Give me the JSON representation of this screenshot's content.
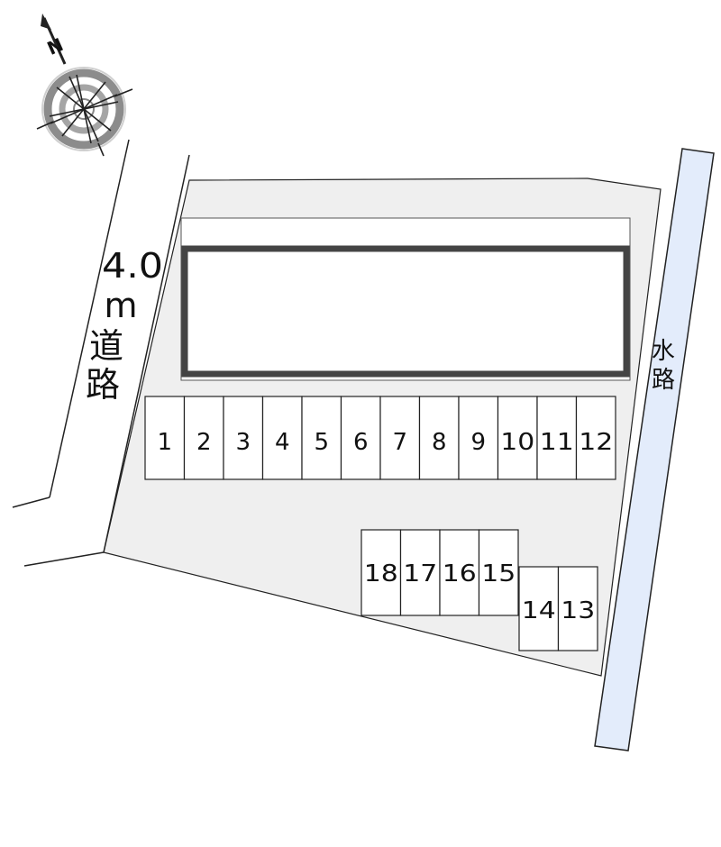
{
  "road": {
    "width": "4.0",
    "unit": "m",
    "name": "道路"
  },
  "waterway": {
    "name": "水路"
  },
  "compass": {
    "north": "N"
  },
  "parking_row_1": [
    "1",
    "2",
    "3",
    "4",
    "5",
    "6",
    "7",
    "8",
    "9",
    "10",
    "11",
    "12"
  ],
  "parking_row_2": [
    "18",
    "17",
    "16",
    "15"
  ],
  "parking_row_3": [
    "14",
    "13"
  ],
  "colors": {
    "lot": "#efefef",
    "waterway": "#e3ecfb",
    "building_outline": "#444444",
    "line": "#222222"
  }
}
